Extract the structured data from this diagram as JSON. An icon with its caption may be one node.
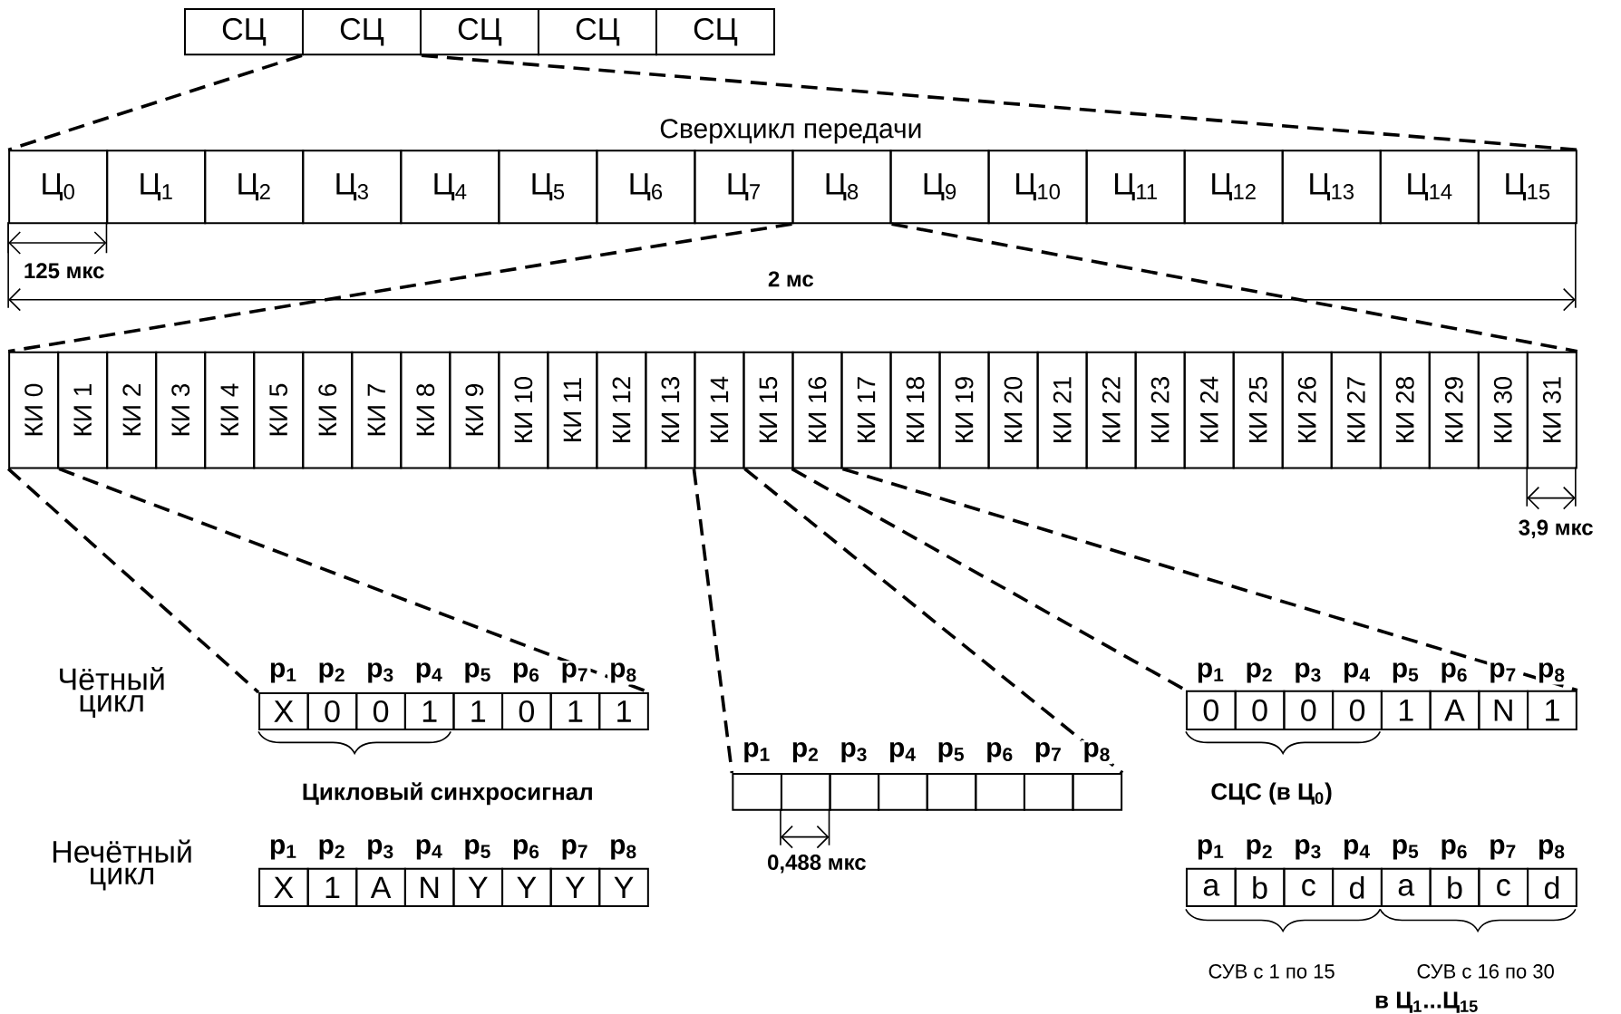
{
  "diagram": {
    "nodes": [
      {
        "text": [
          "СЦ"
        ]
      },
      {
        "text": [
          "СЦ"
        ]
      },
      {
        "text": [
          "СЦ"
        ]
      },
      {
        "text": [
          "СЦ"
        ]
      },
      {
        "text": [
          "СЦ"
        ]
      },
      {
        "text": [
          "Ц$_{0}$"
        ]
      },
      {
        "text": [
          "Ц$_{1}$"
        ]
      },
      {
        "text": [
          "Ц$_{2}$"
        ]
      },
      {
        "text": [
          "Ц$_{3}$"
        ]
      },
      {
        "text": [
          "Ц$_{4}$"
        ]
      },
      {
        "text": [
          "Ц$_{5}$"
        ]
      },
      {
        "text": [
          "Ц$_{6}$"
        ]
      },
      {
        "text": [
          "Ц$_{7}$"
        ]
      },
      {
        "text": [
          "Ц$_{8}$"
        ]
      },
      {
        "text": [
          "Ц$_{9}$"
        ]
      },
      {
        "text": [
          "Ц$_{10}$"
        ]
      },
      {
        "text": [
          "Ц$_{11}$"
        ]
      },
      {
        "text": [
          "Ц$_{12}$"
        ]
      },
      {
        "text": [
          "Ц$_{13}$"
        ]
      },
      {
        "text": [
          "Ц$_{14}$"
        ]
      },
      {
        "text": [
          "Ц$_{15}$"
        ]
      },
      {
        "text": [
          "КИ 0"
        ]
      },
      {
        "text": [
          "КИ 1"
        ]
      },
      {
        "text": [
          "КИ 2"
        ]
      },
      {
        "text": [
          "КИ 3"
        ]
      },
      {
        "text": [
          "КИ 4"
        ]
      },
      {
        "text": [
          "КИ 5"
        ]
      },
      {
        "text": [
          "КИ 6"
        ]
      },
      {
        "text": [
          "КИ 7"
        ]
      },
      {
        "text": [
          "КИ 8"
        ]
      },
      {
        "text": [
          "КИ 9"
        ]
      },
      {
        "text": [
          "КИ 10"
        ]
      },
      {
        "text": [
          "КИ 11"
        ]
      },
      {
        "text": [
          "КИ 12"
        ]
      },
      {
        "text": [
          "КИ 13"
        ]
      },
      {
        "text": [
          "КИ 14"
        ]
      },
      {
        "text": [
          "КИ 15"
        ]
      },
      {
        "text": [
          "КИ 16"
        ]
      },
      {
        "text": [
          "КИ 17"
        ]
      },
      {
        "text": [
          "КИ 18"
        ]
      },
      {
        "text": [
          "КИ 19"
        ]
      },
      {
        "text": [
          "КИ 20"
        ]
      },
      {
        "text": [
          "КИ 21"
        ]
      },
      {
        "text": [
          "КИ 22"
        ]
      },
      {
        "text": [
          "КИ 23"
        ]
      },
      {
        "text": [
          "КИ 24"
        ]
      },
      {
        "text": [
          "КИ 25"
        ]
      },
      {
        "text": [
          "КИ 26"
        ]
      },
      {
        "text": [
          "КИ 27"
        ]
      },
      {
        "text": [
          "КИ 28"
        ]
      },
      {
        "text": [
          "КИ 29"
        ]
      },
      {
        "text": [
          "КИ 30"
        ]
      },
      {
        "text": [
          "КИ 31"
        ]
      },
      {
        "text": [
          "X"
        ]
      },
      {
        "text": [
          "0"
        ]
      },
      {
        "text": [
          "0"
        ]
      },
      {
        "text": [
          "1"
        ]
      },
      {
        "text": [
          "1"
        ]
      },
      {
        "text": [
          "0"
        ]
      },
      {
        "text": [
          "1"
        ]
      },
      {
        "text": [
          "1"
        ]
      },
      {
        "text": [
          "X"
        ]
      },
      {
        "text": [
          "1"
        ]
      },
      {
        "text": [
          "A"
        ]
      },
      {
        "text": [
          "N"
        ]
      },
      {
        "text": [
          "Y"
        ]
      },
      {
        "text": [
          "Y"
        ]
      },
      {
        "text": [
          "Y"
        ]
      },
      {
        "text": [
          "Y"
        ]
      },
      {
        "text": [],
        "shape": "box"
      },
      {
        "text": [],
        "shape": "box"
      },
      {
        "text": [],
        "shape": "box"
      },
      {
        "text": [],
        "shape": "box"
      },
      {
        "text": [],
        "shape": "box"
      },
      {
        "text": [],
        "shape": "box"
      },
      {
        "text": [],
        "shape": "box"
      },
      {
        "text": [],
        "shape": "box"
      },
      {
        "text": [
          "0"
        ]
      },
      {
        "text": [
          "0"
        ]
      },
      {
        "text": [
          "0"
        ]
      },
      {
        "text": [
          "0"
        ]
      },
      {
        "text": [
          "1"
        ]
      },
      {
        "text": [
          "A"
        ]
      },
      {
        "text": [
          "N"
        ]
      },
      {
        "text": [
          "1"
        ]
      },
      {
        "text": [
          "a"
        ]
      },
      {
        "text": [
          "b"
        ]
      },
      {
        "text": [
          "c"
        ]
      },
      {
        "text": [
          "d"
        ]
      },
      {
        "text": [
          "a"
        ]
      },
      {
        "text": [
          "b"
        ]
      },
      {
        "text": [
          "c"
        ]
      },
      {
        "text": [
          "d"
        ]
      }
    ],
    "edges": [
      {
        "from": 1,
        "to": 5,
        "arrow": "none",
        "style": "dashed"
      },
      {
        "from": 1,
        "to": 20,
        "arrow": "none",
        "style": "dashed"
      },
      {
        "from": 13,
        "to": 21,
        "arrow": "none",
        "style": "dashed"
      },
      {
        "from": 13,
        "to": 52,
        "arrow": "none",
        "style": "dashed"
      },
      {
        "from": 21,
        "to": 53,
        "arrow": "none",
        "style": "dashed"
      },
      {
        "from": 21,
        "to": 60,
        "arrow": "none",
        "style": "dashed"
      },
      {
        "from": 35,
        "to": 69,
        "arrow": "none",
        "style": "dashed"
      },
      {
        "from": 35,
        "to": 76,
        "arrow": "none",
        "style": "dashed"
      },
      {
        "from": 37,
        "to": 77,
        "arrow": "none",
        "style": "dashed"
      },
      {
        "from": 37,
        "to": 84,
        "arrow": "none",
        "style": "dashed"
      }
    ],
    "labels": [
      "Сверхцикл передачи",
      "125 мкс",
      "2 мс",
      "3,9 мкс",
      "Чётный цикл",
      "p$_{1}$",
      "p$_{2}$",
      "p$_{3}$",
      "p$_{4}$",
      "p$_{5}$",
      "p$_{6}$",
      "p$_{7}$",
      "p$_{8}$",
      "Цикловый синхросигнал",
      "Нечётный цикл",
      "p$_{1}$",
      "p$_{2}$",
      "p$_{3}$",
      "p$_{4}$",
      "p$_{5}$",
      "p$_{6}$",
      "p$_{7}$",
      "p$_{8}$",
      "p$_{1}$",
      "p$_{2}$",
      "p$_{3}$",
      "p$_{4}$",
      "p$_{5}$",
      "p$_{6}$",
      "p$_{7}$",
      "p$_{8}$",
      "0,488 мкс",
      "p$_{1}$",
      "p$_{2}$",
      "p$_{3}$",
      "p$_{4}$",
      "p$_{5}$",
      "p$_{6}$",
      "p$_{7}$",
      "p$_{8}$",
      "СЦС (в Ц$_{0}$)",
      "p$_{1}$",
      "p$_{2}$",
      "p$_{3}$",
      "p$_{4}$",
      "p$_{5}$",
      "p$_{6}$",
      "p$_{7}$",
      "p$_{8}$",
      "СУВ с 1 по 15",
      "СУВ с 16 по 30",
      "в Ц$_{1}$...Ц$_{15}$"
    ]
  }
}
